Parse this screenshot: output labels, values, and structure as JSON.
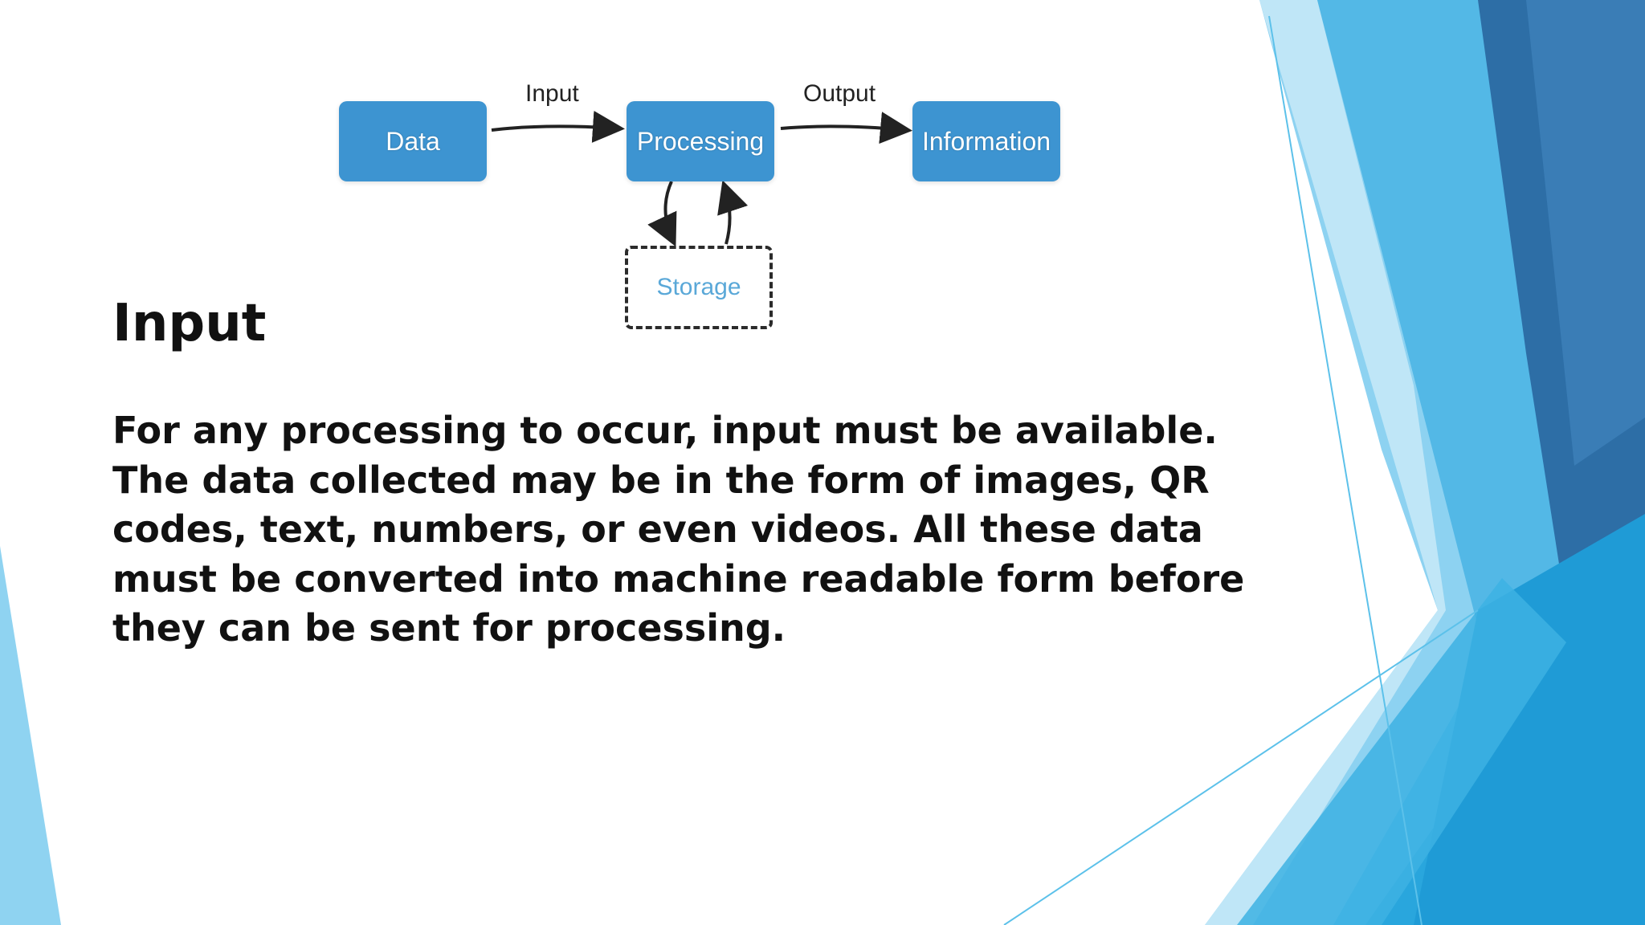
{
  "slide": {
    "title": "Input",
    "body": "For any processing to occur, input must be available. The data collected may be in the form of images, QR codes, text, numbers, or even videos. All these data must be converted into machine readable form before they can be sent for processing."
  },
  "diagram": {
    "nodes": {
      "data": "Data",
      "processing": "Processing",
      "information": "Information",
      "storage": "Storage"
    },
    "edges": {
      "input": "Input",
      "output": "Output"
    }
  },
  "colors": {
    "box_fill": "#3d94d1",
    "storage_text": "#5aa8d8",
    "text": "#111111",
    "accent_light": "#8dd0f0",
    "accent_mid": "#3fb0e2",
    "accent_dark": "#2a6fa6"
  }
}
